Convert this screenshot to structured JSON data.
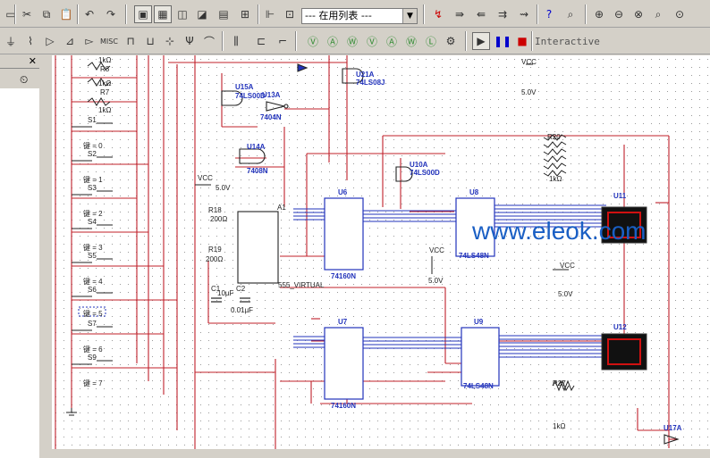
{
  "toolbar": {
    "dropdown_value": "--- 在用列表 ---",
    "interactive_label": "Interactive"
  },
  "left_panel": {
    "close_glyph": "✕"
  },
  "components": {
    "resistors": [
      {
        "ref": "1kΩ",
        "value": ""
      },
      {
        "ref": "R8",
        "value": "1kΩ"
      },
      {
        "ref": "R7",
        "value": "1kΩ"
      }
    ],
    "switches": [
      {
        "ref": "S1",
        "key": "键 = 0"
      },
      {
        "ref": "S2",
        "key": "键 = 1"
      },
      {
        "ref": "S3",
        "key": "键 = 2"
      },
      {
        "ref": "S4",
        "key": "键 = 3"
      },
      {
        "ref": "S5",
        "key": "键 = 4"
      },
      {
        "ref": "S6",
        "key": "键 = 5"
      },
      {
        "ref": "S7",
        "key": "键 = 6"
      },
      {
        "ref": "S9",
        "key": "键 = 7"
      }
    ],
    "gates": [
      {
        "ref": "U15A",
        "type": "74LS00D"
      },
      {
        "ref": "U13A",
        "type": "7404N"
      },
      {
        "ref": "U14A",
        "type": "7408N"
      },
      {
        "ref": "U21A",
        "type": "74LS08J"
      },
      {
        "ref": "U10A",
        "type": "74LS00D"
      },
      {
        "ref": "U17A",
        "type": ""
      }
    ],
    "timer": {
      "ref": "A1",
      "type": "555_VIRTUAL"
    },
    "timing": {
      "vcc": "VCC",
      "vcc_val": "5.0V",
      "r18": "R18",
      "r18_val": "200Ω",
      "r19": "R19",
      "r19_val": "200Ω",
      "c1": "C1",
      "c1_val": "10µF",
      "c2": "C2",
      "c2_val": "0.01µF"
    },
    "counters": [
      {
        "ref": "U6",
        "type": "74160N"
      },
      {
        "ref": "U7",
        "type": "74160N"
      }
    ],
    "decoders": [
      {
        "ref": "U8",
        "type": "74LS48N"
      },
      {
        "ref": "U9",
        "type": "74LS48N"
      }
    ],
    "displays": [
      {
        "ref": "U11"
      },
      {
        "ref": "U12"
      }
    ],
    "resistor_arrays": [
      {
        "ref": "R20",
        "value": "1kΩ"
      },
      {
        "ref": "R27",
        "value": "1kΩ"
      }
    ],
    "vcc_labels": [
      {
        "label": "VCC",
        "value": "5.0V"
      },
      {
        "label": "VCC",
        "value": "5.0V"
      },
      {
        "label": "VCC",
        "value": "5.0V"
      }
    ]
  },
  "watermark": "www.eleok.com"
}
